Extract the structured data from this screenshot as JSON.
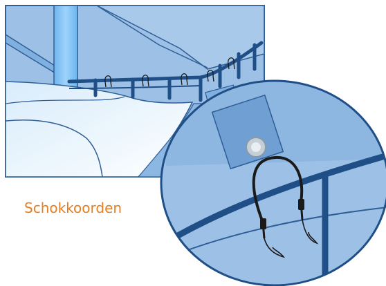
{
  "caption": "Schokkoorden",
  "colors": {
    "caption": "#e67e22",
    "outline": "#2f5d95",
    "fill_light": "#9dc1e6",
    "fill_mid": "#6f9fd3",
    "rail_dark": "#1f4f86",
    "cord": "#1a1a1a"
  },
  "parts": [
    "main-illustration",
    "magnified-detail",
    "shock-cord",
    "pad-eye"
  ]
}
